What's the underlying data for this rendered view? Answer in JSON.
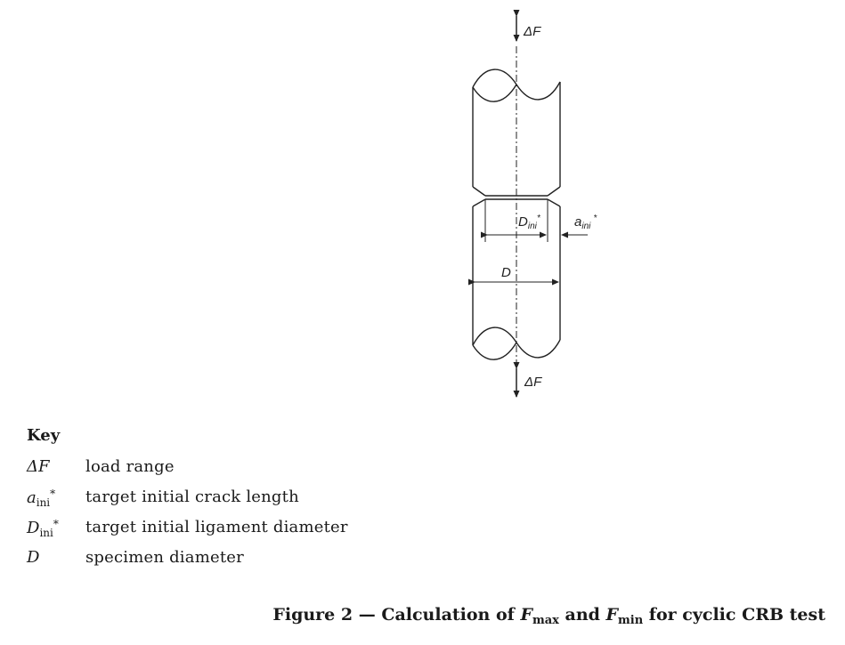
{
  "diagram": {
    "force_top": "ΔF",
    "force_bottom": "ΔF",
    "ligament_label": "D",
    "ligament_sub": "ini",
    "ligament_star": "*",
    "crack_label": "a",
    "crack_sub": "ini",
    "crack_star": "*",
    "diameter_label": "D"
  },
  "key": {
    "heading": "Key",
    "items": [
      {
        "symbol": "ΔF",
        "symbol_sub": "",
        "symbol_star": "",
        "description": "load range"
      },
      {
        "symbol": "a",
        "symbol_sub": "ini",
        "symbol_star": "*",
        "description": "target initial crack length"
      },
      {
        "symbol": "D",
        "symbol_sub": "ini",
        "symbol_star": "*",
        "description": "target initial ligament diameter"
      },
      {
        "symbol": "D",
        "symbol_sub": "",
        "symbol_star": "",
        "description": "specimen diameter"
      }
    ]
  },
  "caption": {
    "prefix": "Figure 2 — Calculation of ",
    "f1": "F",
    "f1_sub": "max",
    "and": " and ",
    "f2": "F",
    "f2_sub": "min",
    "suffix": " for cyclic CRB test"
  }
}
